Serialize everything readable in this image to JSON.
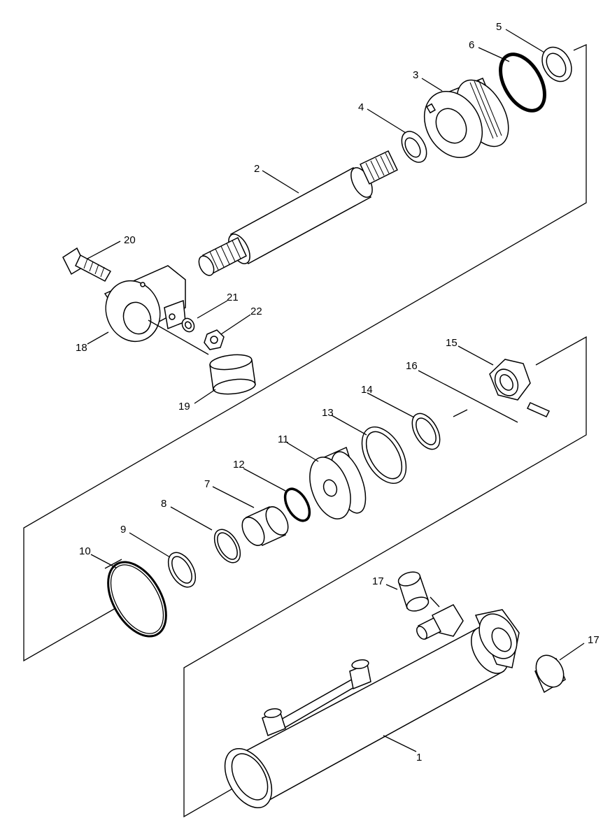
{
  "callouts": [
    {
      "id": "c1",
      "text": "1"
    },
    {
      "id": "c2",
      "text": "2"
    },
    {
      "id": "c3",
      "text": "3"
    },
    {
      "id": "c4",
      "text": "4"
    },
    {
      "id": "c5",
      "text": "5"
    },
    {
      "id": "c6",
      "text": "6"
    },
    {
      "id": "c7",
      "text": "7"
    },
    {
      "id": "c8",
      "text": "8"
    },
    {
      "id": "c9",
      "text": "9"
    },
    {
      "id": "c10",
      "text": "10"
    },
    {
      "id": "c11",
      "text": "11"
    },
    {
      "id": "c12",
      "text": "12"
    },
    {
      "id": "c13",
      "text": "13"
    },
    {
      "id": "c14",
      "text": "14"
    },
    {
      "id": "c15",
      "text": "15"
    },
    {
      "id": "c16",
      "text": "16"
    },
    {
      "id": "c17a",
      "text": "17"
    },
    {
      "id": "c17b",
      "text": "17"
    },
    {
      "id": "c18",
      "text": "18"
    },
    {
      "id": "c19",
      "text": "19"
    },
    {
      "id": "c20",
      "text": "20"
    },
    {
      "id": "c21",
      "text": "21"
    },
    {
      "id": "c22",
      "text": "22"
    }
  ]
}
